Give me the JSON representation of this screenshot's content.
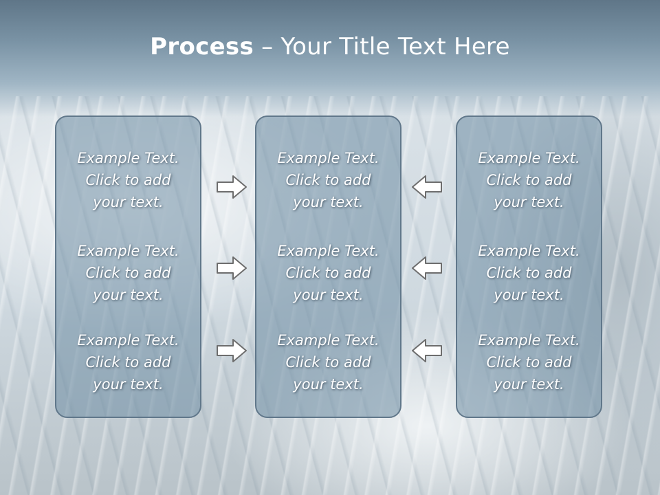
{
  "title": {
    "bold": "Process",
    "rest": " – Your Title Text Here"
  },
  "columns": [
    {
      "items": [
        {
          "line1": "Example Text.",
          "line2": "Click  to add",
          "line3": "your text."
        },
        {
          "line1": "Example Text.",
          "line2": "Click  to add",
          "line3": "your text."
        },
        {
          "line1": "Example Text.",
          "line2": "Click  to add",
          "line3": "your text."
        }
      ]
    },
    {
      "items": [
        {
          "line1": "Example Text.",
          "line2": "Click  to add",
          "line3": "your text."
        },
        {
          "line1": "Example Text.",
          "line2": "Click  to add",
          "line3": "your text."
        },
        {
          "line1": "Example Text.",
          "line2": "Click  to add",
          "line3": "your text."
        }
      ]
    },
    {
      "items": [
        {
          "line1": "Example Text.",
          "line2": "Click  to add",
          "line3": "your text."
        },
        {
          "line1": "Example Text.",
          "line2": "Click  to add",
          "line3": "your text."
        },
        {
          "line1": "Example Text.",
          "line2": "Click  to add",
          "line3": "your text."
        }
      ]
    }
  ],
  "arrows": {
    "left_group": "arrow-right-icon",
    "right_group": "arrow-left-icon"
  },
  "colors": {
    "box_fill": "#708ea4",
    "box_border": "#60778a",
    "arrow_fill": "#ffffff",
    "arrow_stroke": "#6d6d6d",
    "text": "#ffffff"
  }
}
